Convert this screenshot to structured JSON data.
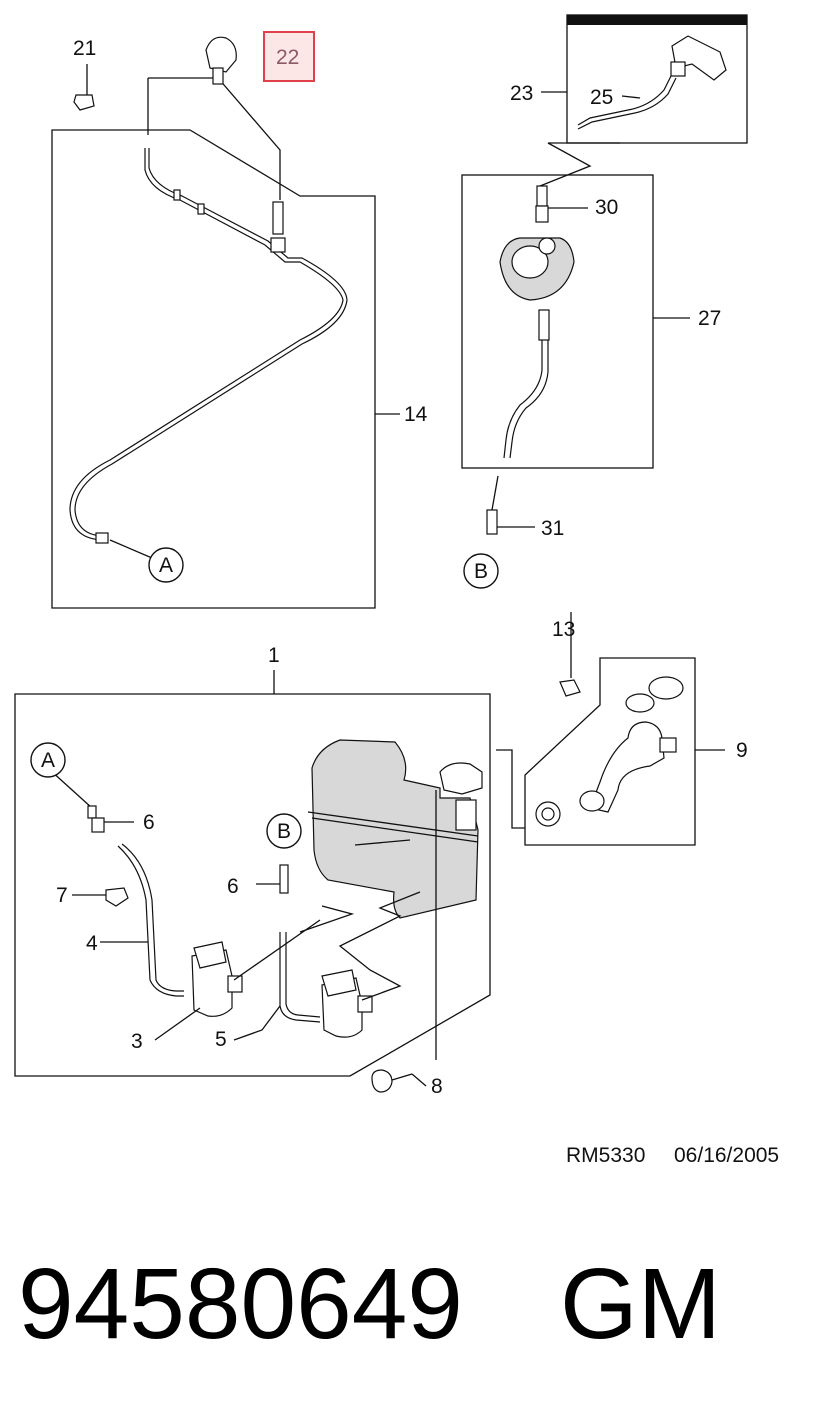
{
  "callouts": {
    "c21": "21",
    "c22": "22",
    "c23": "23",
    "c25": "25",
    "c30": "30",
    "c27": "27",
    "c14": "14",
    "c31": "31",
    "c13": "13",
    "c1": "1",
    "c9": "9",
    "c6a": "6",
    "c6b": "6",
    "c7": "7",
    "c4": "4",
    "c3": "3",
    "c5": "5",
    "c8": "8"
  },
  "connectors": {
    "a_top": "A",
    "b_top": "B",
    "a_bottom": "A",
    "b_bottom": "B"
  },
  "highlight_color": "#e0404a",
  "footer": {
    "ref": "RM5330",
    "date": "06/16/2005"
  },
  "part_number": "94580649",
  "brand": "GM"
}
